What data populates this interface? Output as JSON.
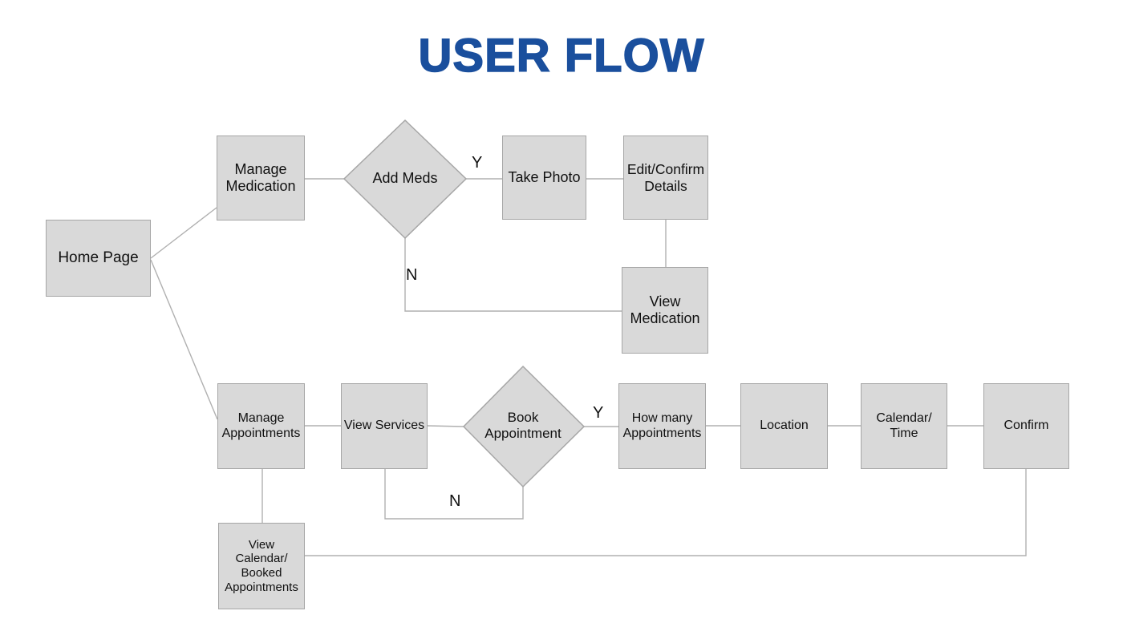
{
  "title": "USER FLOW",
  "colors": {
    "title_blue": "#1a4f9d",
    "node_fill": "#d9d9d9",
    "node_border": "#a6a6a6",
    "connector_gray": "#b0b0b0",
    "text": "#111111"
  },
  "nodes": {
    "home": {
      "label": "Home Page"
    },
    "manage_medication": {
      "label": "Manage\nMedication"
    },
    "add_meds": {
      "label": "Add Meds"
    },
    "take_photo": {
      "label": "Take Photo"
    },
    "edit_confirm": {
      "label": "Edit/Confirm\nDetails"
    },
    "view_medication": {
      "label": "View\nMedication"
    },
    "manage_appointments": {
      "label": "Manage\nAppointments"
    },
    "view_services": {
      "label": "View Services"
    },
    "book_appointment": {
      "label": "Book\nAppointment"
    },
    "how_many": {
      "label": "How many\nAppointments"
    },
    "location": {
      "label": "Location"
    },
    "calendar_time": {
      "label": "Calendar/\nTime"
    },
    "confirm": {
      "label": "Confirm"
    },
    "view_calendar": {
      "label": "View\nCalendar/\nBooked\nAppointments"
    }
  },
  "edge_labels": {
    "add_meds_yes": "Y",
    "add_meds_no": "N",
    "book_appointment_yes": "Y",
    "book_appointment_no": "N"
  }
}
